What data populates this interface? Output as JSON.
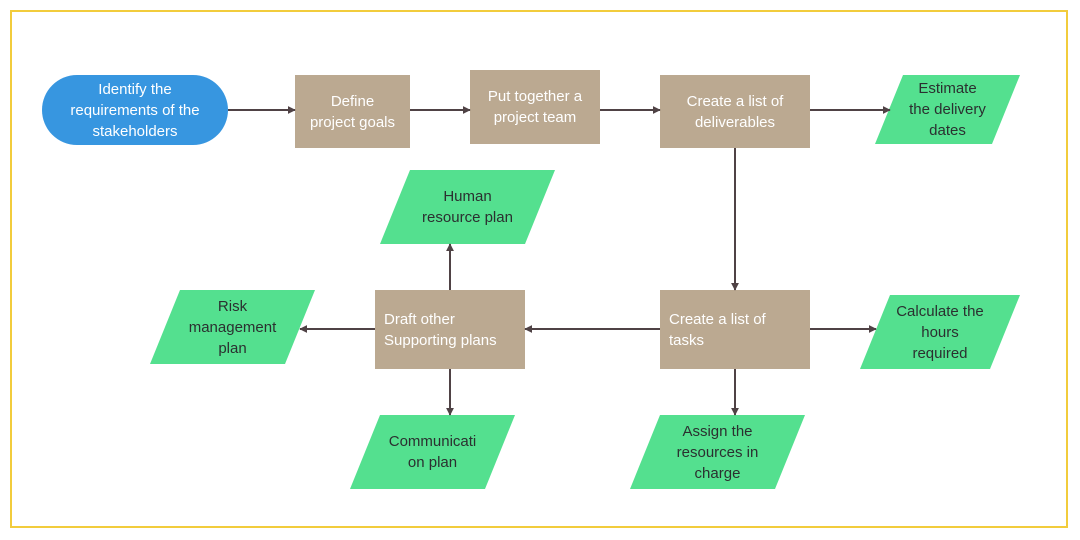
{
  "colors": {
    "border": "#f2cc3c",
    "start_fill": "#3796e0",
    "process_fill": "#bba991",
    "data_fill": "#54e08f",
    "arrow": "#4f4245"
  },
  "nodes": {
    "identify": "Identify the\nrequirements of the\nstakeholders",
    "define_goals": "Define\nproject goals",
    "put_team": "Put together a\nproject team",
    "deliverables": "Create a list of\ndeliverables",
    "estimate": "Estimate\nthe delivery\ndates",
    "human": "Human\nresource plan",
    "draft": "Draft other\nSupporting plans",
    "tasks": "Create a list of\ntasks",
    "risk": "Risk\nmanagement\nplan",
    "calculate": "Calculate the\nhours\nrequired",
    "communication": "Communicati\non plan",
    "assign": "Assign the\nresources in\ncharge"
  }
}
